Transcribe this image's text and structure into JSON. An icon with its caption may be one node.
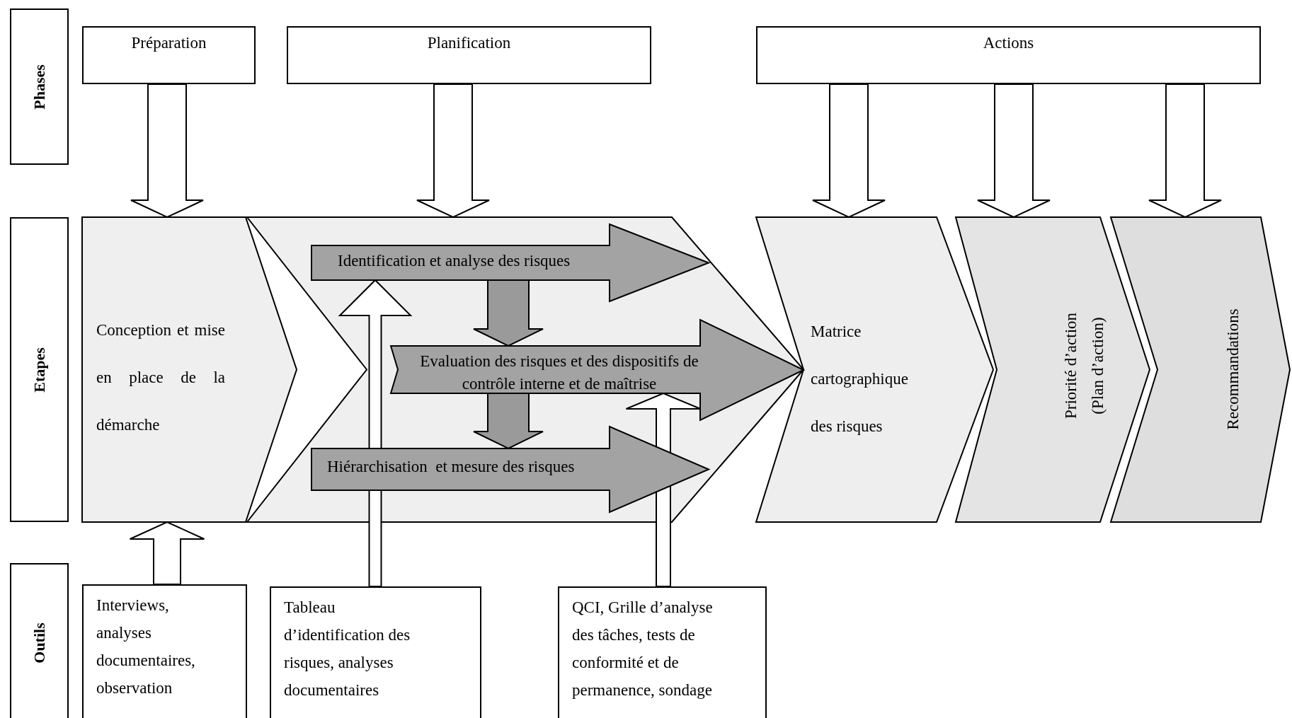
{
  "diagram": {
    "nodes": [
      {
        "text": [
          "Phases"
        ]
      },
      {
        "text": [
          "Préparation"
        ]
      },
      {
        "text": [
          "Planification"
        ]
      },
      {
        "text": [
          "Actions"
        ]
      },
      {
        "text": [
          "Etapes"
        ]
      },
      {
        "text": [
          "Conception et mise en place de la démarche"
        ]
      },
      {
        "text": [],
        "shape": "chevron"
      },
      {
        "text": [
          "Identification et analyse des risques"
        ],
        "in": 6
      },
      {
        "text": [
          "Evaluation des risques et des dispositifs de contrôle interne et de maîtrise"
        ],
        "in": 6
      },
      {
        "text": [
          "Hiérarchisation  et mesure des risques"
        ],
        "in": 6
      },
      {
        "text": [
          "Matrice cartographique des risques"
        ]
      },
      {
        "text": [
          "Priorité d’action (Plan d’action)"
        ]
      },
      {
        "text": [
          "Recommandations"
        ]
      },
      {
        "text": [
          "Outils"
        ]
      },
      {
        "text": [
          "Interviews, analyses documentaires, observation"
        ]
      },
      {
        "text": [
          "Tableau d’identification des risques, analyses documentaires"
        ]
      },
      {
        "text": [
          "QCI, Grille d’analyse des tâches, tests de conformité et de permanence, sondage"
        ]
      }
    ],
    "edges": [
      {
        "from": 1,
        "to": 5,
        "arrow": "to"
      },
      {
        "from": 2,
        "to": 6,
        "arrow": "to"
      },
      {
        "from": 3,
        "to": 10,
        "arrow": "to"
      },
      {
        "from": 3,
        "to": 11,
        "arrow": "to"
      },
      {
        "from": 3,
        "to": 12,
        "arrow": "to"
      },
      {
        "from": 14,
        "to": 5,
        "arrow": "to"
      },
      {
        "from": 15,
        "to": 7,
        "arrow": "to"
      },
      {
        "from": 16,
        "to": 8,
        "arrow": "to"
      },
      {
        "from": 7,
        "to": 8,
        "arrow": "to",
        "color": "#9a9a9a"
      },
      {
        "from": 8,
        "to": 9,
        "arrow": "to",
        "color": "#9a9a9a"
      }
    ]
  }
}
